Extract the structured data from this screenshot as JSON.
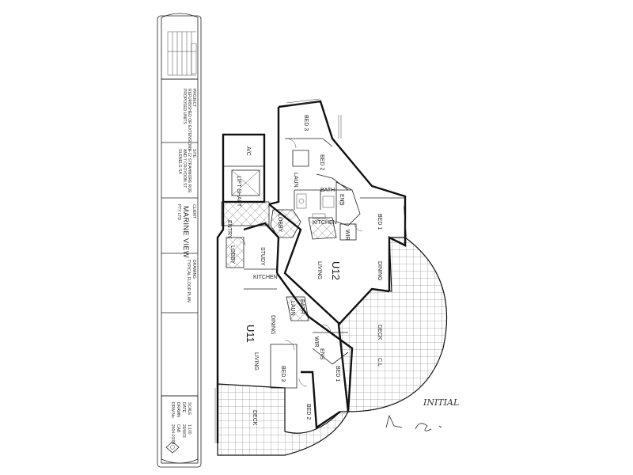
{
  "title_block": {
    "project_header": "PROJECT",
    "project_line_1": "REFURBISHED OR EXTENSIONS",
    "project_line_2": "PROPOSED UNITS",
    "site_header": "SITE",
    "site_line_1": "4-12 STRAHMORE ROE",
    "site_line_2": "AND 7 CROYDON ST",
    "site_line_3": "GLENELG SA",
    "client_header": "CLIENT",
    "client_name": "MARINE VIEW",
    "client_sub": "PTY LTD",
    "drawing_header": "DRAWING",
    "drawing_name": "TYPICAL FLOOR PLAN",
    "scale_label": "SCALE",
    "scale_value": "1:100",
    "date_label": "DATE",
    "date_value": "29/8/03",
    "drawn_label": "DRAWN",
    "drawn_value": "CAB",
    "drw_no_label": "DRW No.",
    "drw_no_value": "2004-03/03"
  },
  "plan": {
    "unit_12_label": "U12",
    "unit_11_label": "U11",
    "rooms": {
      "bed3_top": "BED 3",
      "bed2_top": "BED 2",
      "bed1_top": "BED 1",
      "ac": "A/C",
      "lift_shaft": "LIFT SHAFT",
      "entry": "ENTRY",
      "lobby_top": "LOBBY",
      "lobby_mid": "LOBBY",
      "study": "STUDY",
      "kitchen_u11": "KITCHEN",
      "kitchen_u12": "KITCHEN",
      "living_u12": "LIVING",
      "dining_u12": "DINING",
      "deck_u12": "DECK",
      "deck_u12_sub": "C.L",
      "dining_u11": "DINING",
      "living_u11": "LIVING",
      "bed3_u11": "BED 3",
      "bed2_u11": "BED 2",
      "bed1_u11": "BED 1",
      "deck_u11": "DECK",
      "wir_top": "WIR",
      "wir_mid": "WIR",
      "ens_top": "ENS",
      "bath_top": "BATH",
      "laun_top": "LAUN",
      "laun_mid": "LAUN",
      "bath_mid": "BATH",
      "ens_mid": "ENS"
    }
  },
  "annotation": {
    "initial_text": "INITIAL"
  }
}
